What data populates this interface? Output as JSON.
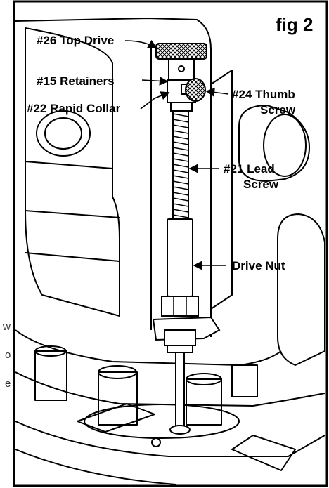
{
  "figure": {
    "title": "fig 2",
    "labels": {
      "top_drive": "#26 Top Drive",
      "retainers": "#15 Retainers",
      "rapid_collar": "#22 Rapid Collar",
      "thumb_screw_line1": "#24 Thumb",
      "thumb_screw_line2": "Screw",
      "lead_screw_line1": "#21 Lead",
      "lead_screw_line2": "Screw",
      "drive_nut": "Drive Nut"
    }
  },
  "margin_fragments": [
    "w",
    "o",
    "e"
  ]
}
